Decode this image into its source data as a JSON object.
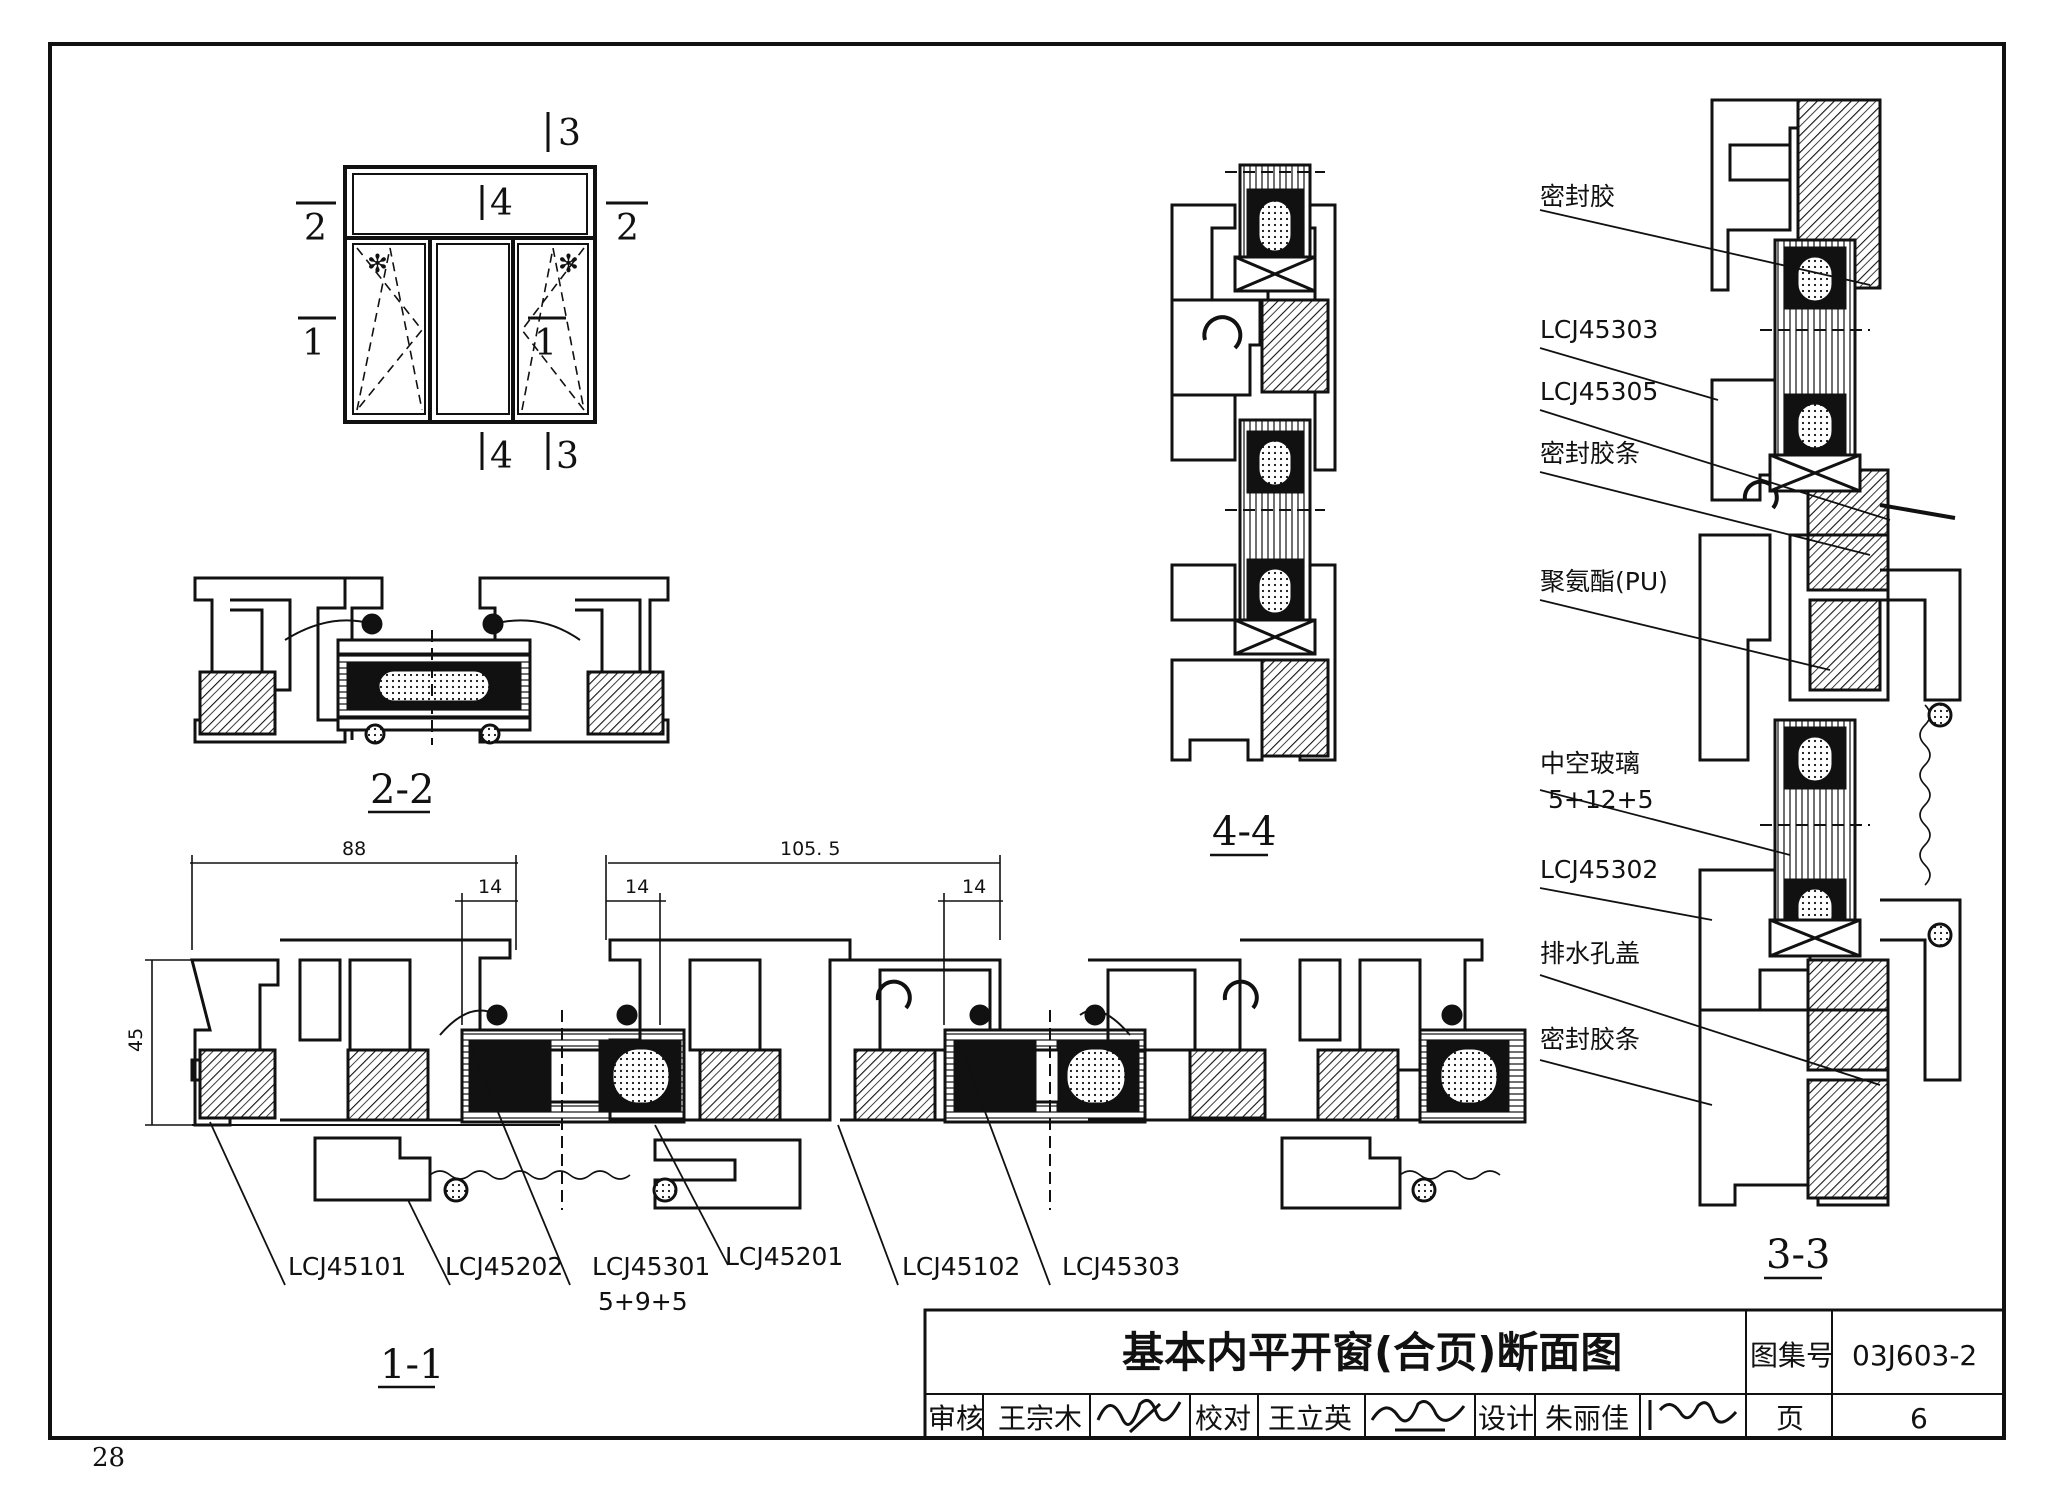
{
  "page_number": "28",
  "elevation": {
    "cut_labels": [
      "3",
      "4",
      "2",
      "2",
      "1",
      "1",
      "4",
      "3"
    ]
  },
  "section_22": {
    "label": "2-2"
  },
  "section_44": {
    "label": "4-4"
  },
  "section_11": {
    "label": "1-1",
    "dims": {
      "d88": "88",
      "d1055": "105. 5",
      "d14a": "14",
      "d14b": "14",
      "d14c": "14",
      "d45": "45"
    },
    "parts": [
      "LCJ45101",
      "LCJ45202",
      "LCJ45301",
      "LCJ45201",
      "LCJ45102",
      "LCJ45303"
    ],
    "glass_spec": "5+9+5"
  },
  "section_33": {
    "label": "3-3",
    "callouts": [
      "密封胶",
      "LCJ45303",
      "LCJ45305",
      "密封胶条",
      "聚氨酯(PU)",
      "中空玻璃",
      "5+12+5",
      "LCJ45302",
      "排水孔盖",
      "密封胶条"
    ]
  },
  "title_block": {
    "title": "基本内平开窗(合页)断面图",
    "atlas_label": "图集号",
    "atlas_no": "03J603-2",
    "review_label": "审核",
    "reviewer": "王宗木",
    "check_label": "校对",
    "checker": "王立英",
    "design_label": "设计",
    "designer": "朱丽佳",
    "page_label": "页",
    "page_no": "6"
  },
  "colors": {
    "ink": "#111111",
    "paper": "#ffffff"
  }
}
